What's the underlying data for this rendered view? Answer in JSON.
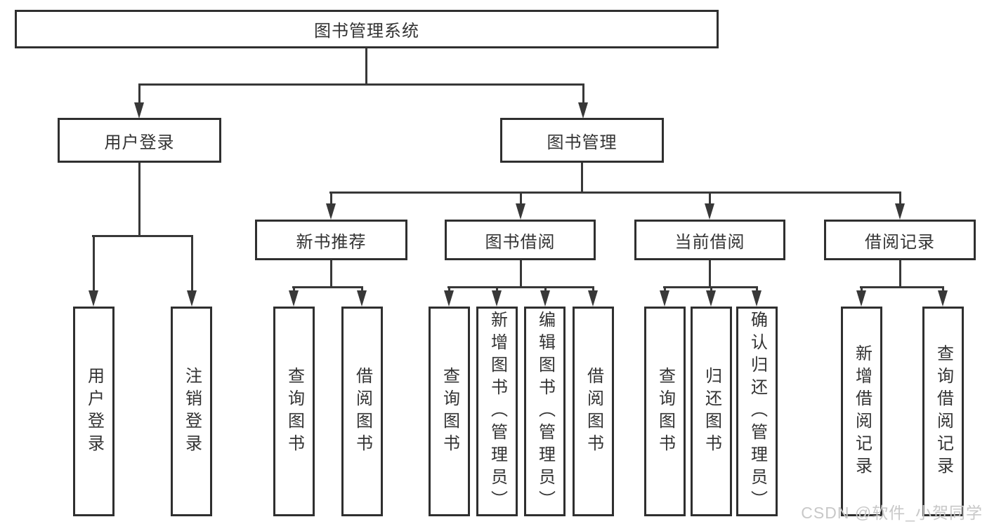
{
  "title": "图书管理系统",
  "hierarchy": {
    "label": "图书管理系统",
    "children": [
      {
        "label": "用户登录",
        "children": [
          {
            "label": "用户登录"
          },
          {
            "label": "注销登录"
          }
        ]
      },
      {
        "label": "图书管理",
        "children": [
          {
            "label": "新书推荐",
            "children": [
              {
                "label": "查询图书"
              },
              {
                "label": "借阅图书"
              }
            ]
          },
          {
            "label": "图书借阅",
            "children": [
              {
                "label": "查询图书"
              },
              {
                "label": "新增图书（管理员）"
              },
              {
                "label": "编辑图书（管理员）"
              },
              {
                "label": "借阅图书"
              }
            ]
          },
          {
            "label": "当前借阅",
            "children": [
              {
                "label": "查询图书"
              },
              {
                "label": "归还图书"
              },
              {
                "label": "确认归还（管理员）"
              }
            ]
          },
          {
            "label": "借阅记录",
            "children": [
              {
                "label": "新增借阅记录"
              },
              {
                "label": "查询借阅记录"
              }
            ]
          }
        ]
      }
    ]
  },
  "watermark": "CSDN @软件_小贺同学",
  "colors": {
    "line": "#383838",
    "text": "#333333",
    "background": "#ffffff",
    "watermark": "#c8c8c8"
  }
}
